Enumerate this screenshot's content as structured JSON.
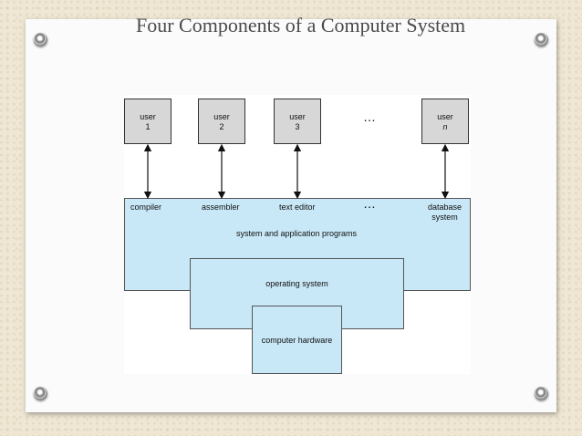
{
  "slide": {
    "title": "Four Components of a Computer System"
  },
  "diagram": {
    "users": [
      {
        "line1": "user",
        "line2": "1"
      },
      {
        "line1": "user",
        "line2": "2"
      },
      {
        "line1": "user",
        "line2": "3"
      },
      {
        "line1": "user",
        "line2": "n"
      }
    ],
    "ellipsis": "…",
    "programs": [
      "compiler",
      "assembler",
      "text editor"
    ],
    "database_line1": "database",
    "database_line2": "system",
    "layers": {
      "applications": "system and application programs",
      "os": "operating system",
      "hardware": "computer hardware"
    },
    "colors": {
      "layer_fill": "#c8e8f7",
      "user_fill": "#d7d7d7"
    }
  }
}
